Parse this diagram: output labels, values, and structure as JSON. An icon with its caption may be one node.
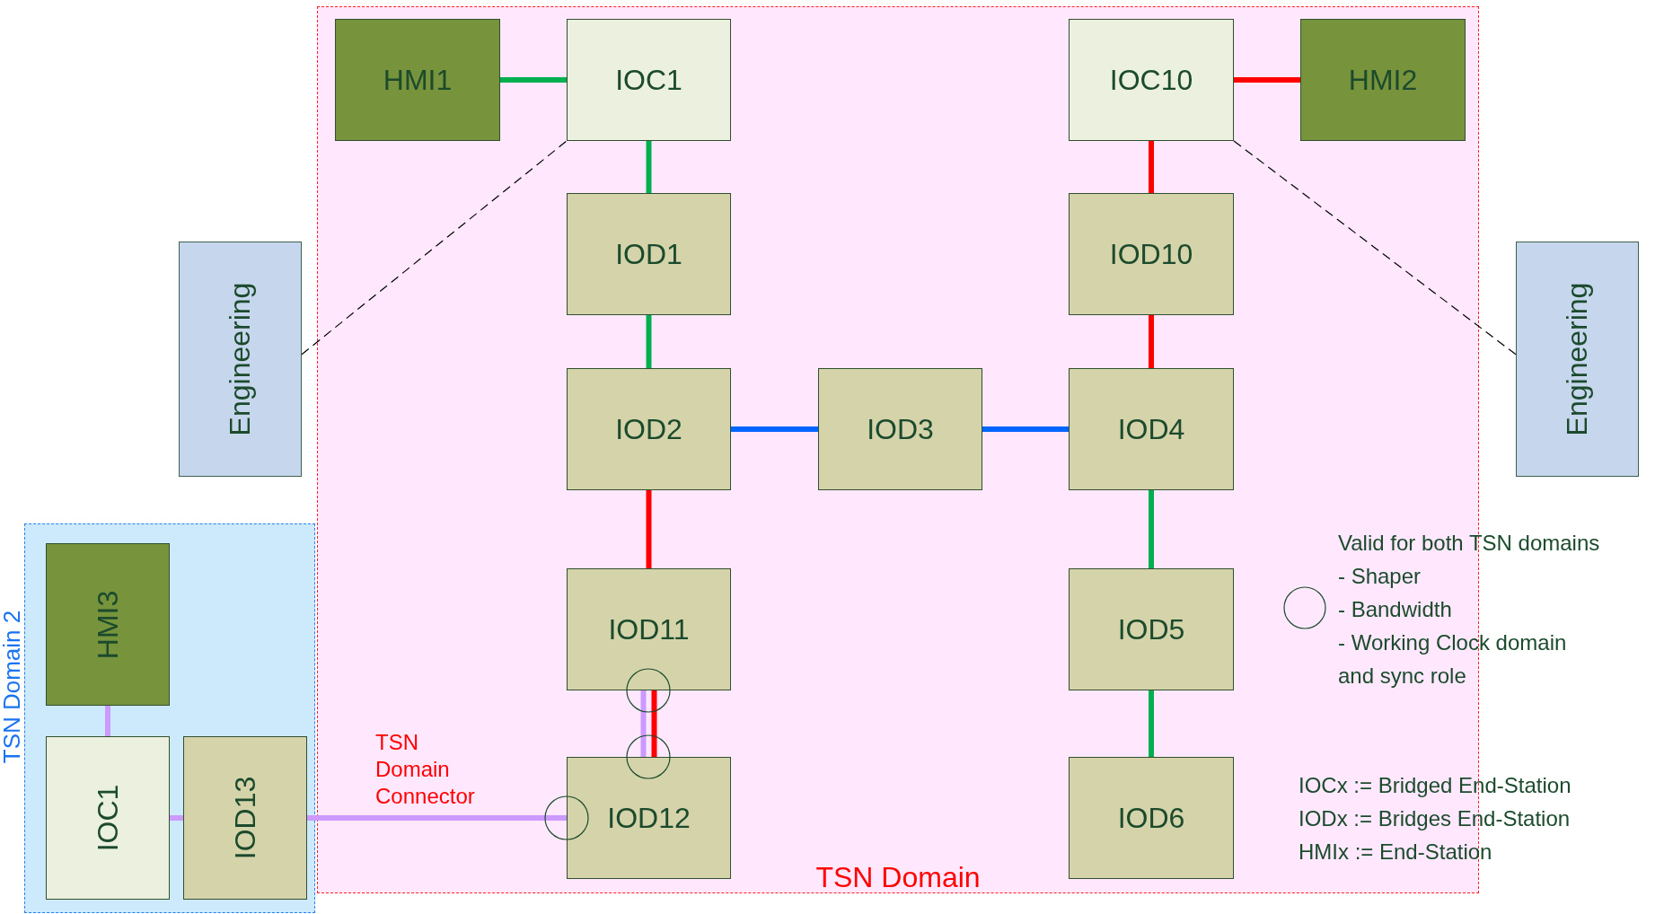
{
  "diagram": {
    "nodes": [
      {
        "text": [
          "TSN Domain"
        ]
      },
      {
        "text": [
          "HMI1"
        ],
        "in": 0
      },
      {
        "text": [
          "IOC1"
        ],
        "in": 0
      },
      {
        "text": [
          "IOC10"
        ],
        "in": 0
      },
      {
        "text": [
          "HMI2"
        ],
        "in": 0
      },
      {
        "text": [
          "Engineering"
        ]
      },
      {
        "text": [
          "IOD1"
        ],
        "in": 0
      },
      {
        "text": [
          "IOD10"
        ],
        "in": 0
      },
      {
        "text": [
          "Engineering"
        ]
      },
      {
        "text": [
          "IOD2"
        ],
        "in": 0
      },
      {
        "text": [
          "IOD3"
        ],
        "in": 0
      },
      {
        "text": [
          "IOD4"
        ],
        "in": 0
      },
      {
        "text": [
          "TSN Domain 2"
        ]
      },
      {
        "text": [
          "HMI3"
        ],
        "in": 12
      },
      {
        "text": [
          "IOD11"
        ],
        "in": 0
      },
      {
        "text": [
          "IOD5"
        ],
        "in": 0
      },
      {
        "text": [
          "IOC1"
        ],
        "in": 12
      },
      {
        "text": [
          "IOD13"
        ],
        "in": 12
      },
      {
        "text": [
          "IOD12"
        ],
        "in": 0
      },
      {
        "text": [
          "IOD6"
        ],
        "in": 0
      }
    ],
    "edges": [
      {
        "from": 1,
        "to": 2,
        "arrow": "none",
        "color": "#00b050"
      },
      {
        "from": 2,
        "to": 6,
        "arrow": "none",
        "color": "#00b050"
      },
      {
        "from": 6,
        "to": 9,
        "arrow": "none",
        "color": "#00b050"
      },
      {
        "from": 9,
        "to": 10,
        "arrow": "none",
        "color": "#0066ff"
      },
      {
        "from": 10,
        "to": 11,
        "arrow": "none",
        "color": "#0066ff"
      },
      {
        "from": 3,
        "to": 4,
        "arrow": "none",
        "color": "#ff0000"
      },
      {
        "from": 3,
        "to": 7,
        "arrow": "none",
        "color": "#ff0000"
      },
      {
        "from": 7,
        "to": 11,
        "arrow": "none",
        "color": "#ff0000"
      },
      {
        "from": 9,
        "to": 14,
        "arrow": "none",
        "color": "#ff0000"
      },
      {
        "from": 11,
        "to": 15,
        "arrow": "none",
        "color": "#00b050"
      },
      {
        "from": 15,
        "to": 19,
        "arrow": "none",
        "color": "#00b050"
      },
      {
        "from": 14,
        "to": 18,
        "arrow": "none",
        "color": "#ff0000"
      },
      {
        "from": 14,
        "to": 18,
        "arrow": "none",
        "color": "#cc99ff"
      },
      {
        "from": 13,
        "to": 16,
        "arrow": "none",
        "color": "#cc99ff"
      },
      {
        "from": 16,
        "to": 17,
        "arrow": "none",
        "color": "#cc99ff"
      },
      {
        "from": 17,
        "to": 18,
        "arrow": "none",
        "color": "#cc99ff",
        "label": "TSN Domain Connector"
      },
      {
        "from": 5,
        "to": 2,
        "arrow": "none",
        "style": "dashed",
        "color": "#000000"
      },
      {
        "from": 3,
        "to": 8,
        "arrow": "none",
        "style": "dashed",
        "color": "#000000"
      }
    ],
    "labels": [
      "- Shaper",
      "- Bandwidth",
      "- Working Clock domain and sync role",
      "IOCx := Bridged End-Station",
      "IODx := Bridges End-Station",
      "HMIx := End-Station"
    ],
    "legend": [
      {
        "text": "Valid for both TSN domains"
      }
    ]
  }
}
